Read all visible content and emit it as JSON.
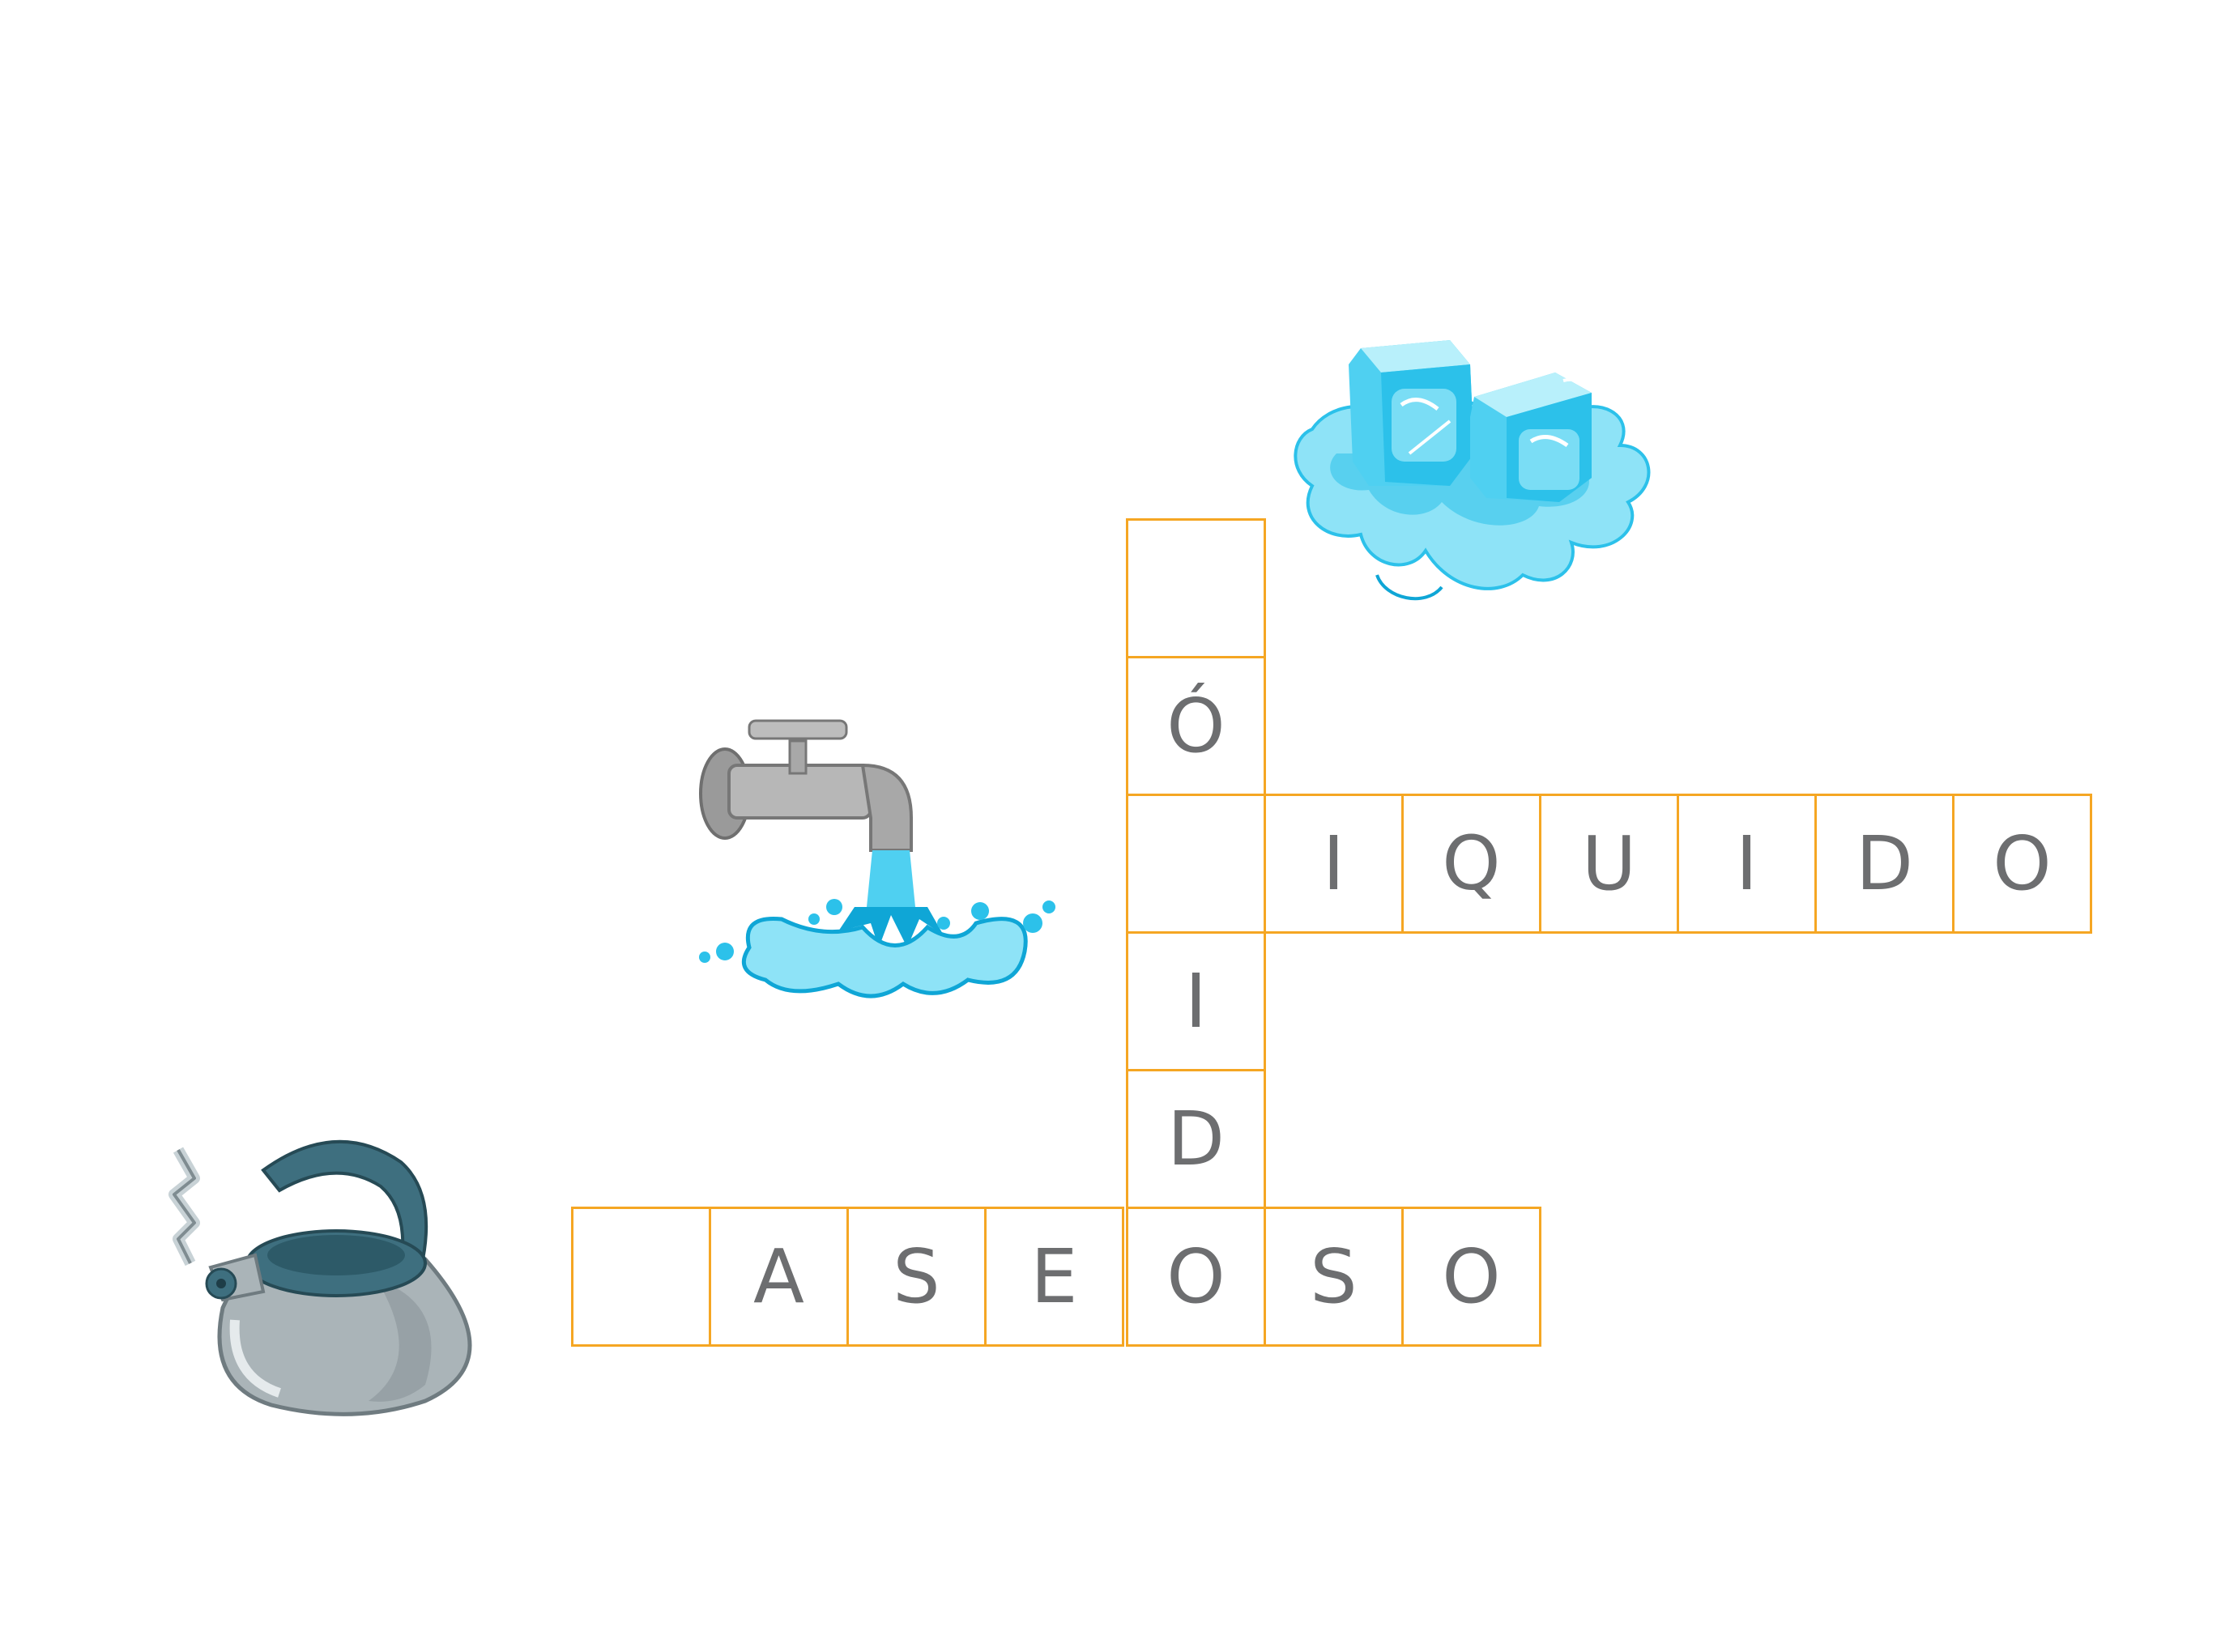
{
  "colors": {
    "grid_border": "#F5A623",
    "letter": "#6d6e70",
    "water_light": "#8ee3f7",
    "water_mid": "#2cc1ea",
    "water_dark": "#0fa6d6",
    "kettle_body": "#aab4b8",
    "kettle_handle": "#3e6f7f"
  },
  "crossword": {
    "down": {
      "name": "solid",
      "letters": [
        "",
        "Ó",
        "",
        "I",
        "D",
        "O"
      ]
    },
    "across_liquid": {
      "name": "liquid",
      "letters": [
        "",
        "I",
        "Q",
        "U",
        "I",
        "D",
        "O"
      ]
    },
    "across_gas": {
      "name": "gaseous",
      "letters": [
        "",
        "A",
        "S",
        "E",
        "O",
        "S",
        "O"
      ]
    }
  },
  "pictures": [
    {
      "name": "ice-cubes-icon",
      "state": "solid"
    },
    {
      "name": "faucet-water-icon",
      "state": "liquid"
    },
    {
      "name": "steaming-kettle-icon",
      "state": "gas"
    }
  ]
}
